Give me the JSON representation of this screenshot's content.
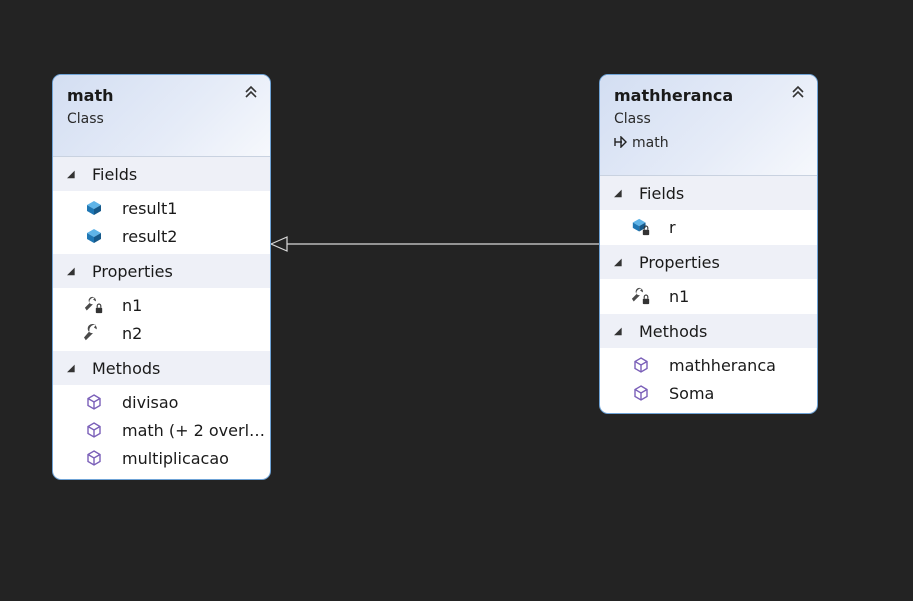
{
  "classes": {
    "math": {
      "name": "math",
      "kind": "Class",
      "collapse_glyph": "⌃",
      "fields_label": "Fields",
      "fields": [
        "result1",
        "result2"
      ],
      "properties_label": "Properties",
      "properties": [
        "n1",
        "n2"
      ],
      "methods_label": "Methods",
      "methods": [
        "divisao",
        "math (+ 2 overl…",
        "multiplicacao"
      ]
    },
    "mathheranca": {
      "name": "mathheranca",
      "kind": "Class",
      "base": "math",
      "collapse_glyph": "⌃",
      "fields_label": "Fields",
      "fields": [
        "r"
      ],
      "properties_label": "Properties",
      "properties": [
        "n1"
      ],
      "methods_label": "Methods",
      "methods": [
        "mathheranca",
        "Soma"
      ]
    }
  },
  "relationships": [
    {
      "type": "inheritance",
      "from": "mathheranca",
      "to": "math"
    }
  ],
  "colors": {
    "background": "#232323",
    "box_border": "#6fa3d6",
    "field_icon": "#1f77b4",
    "method_icon": "#7a5fb8",
    "wrench": "#4a4a4a"
  }
}
